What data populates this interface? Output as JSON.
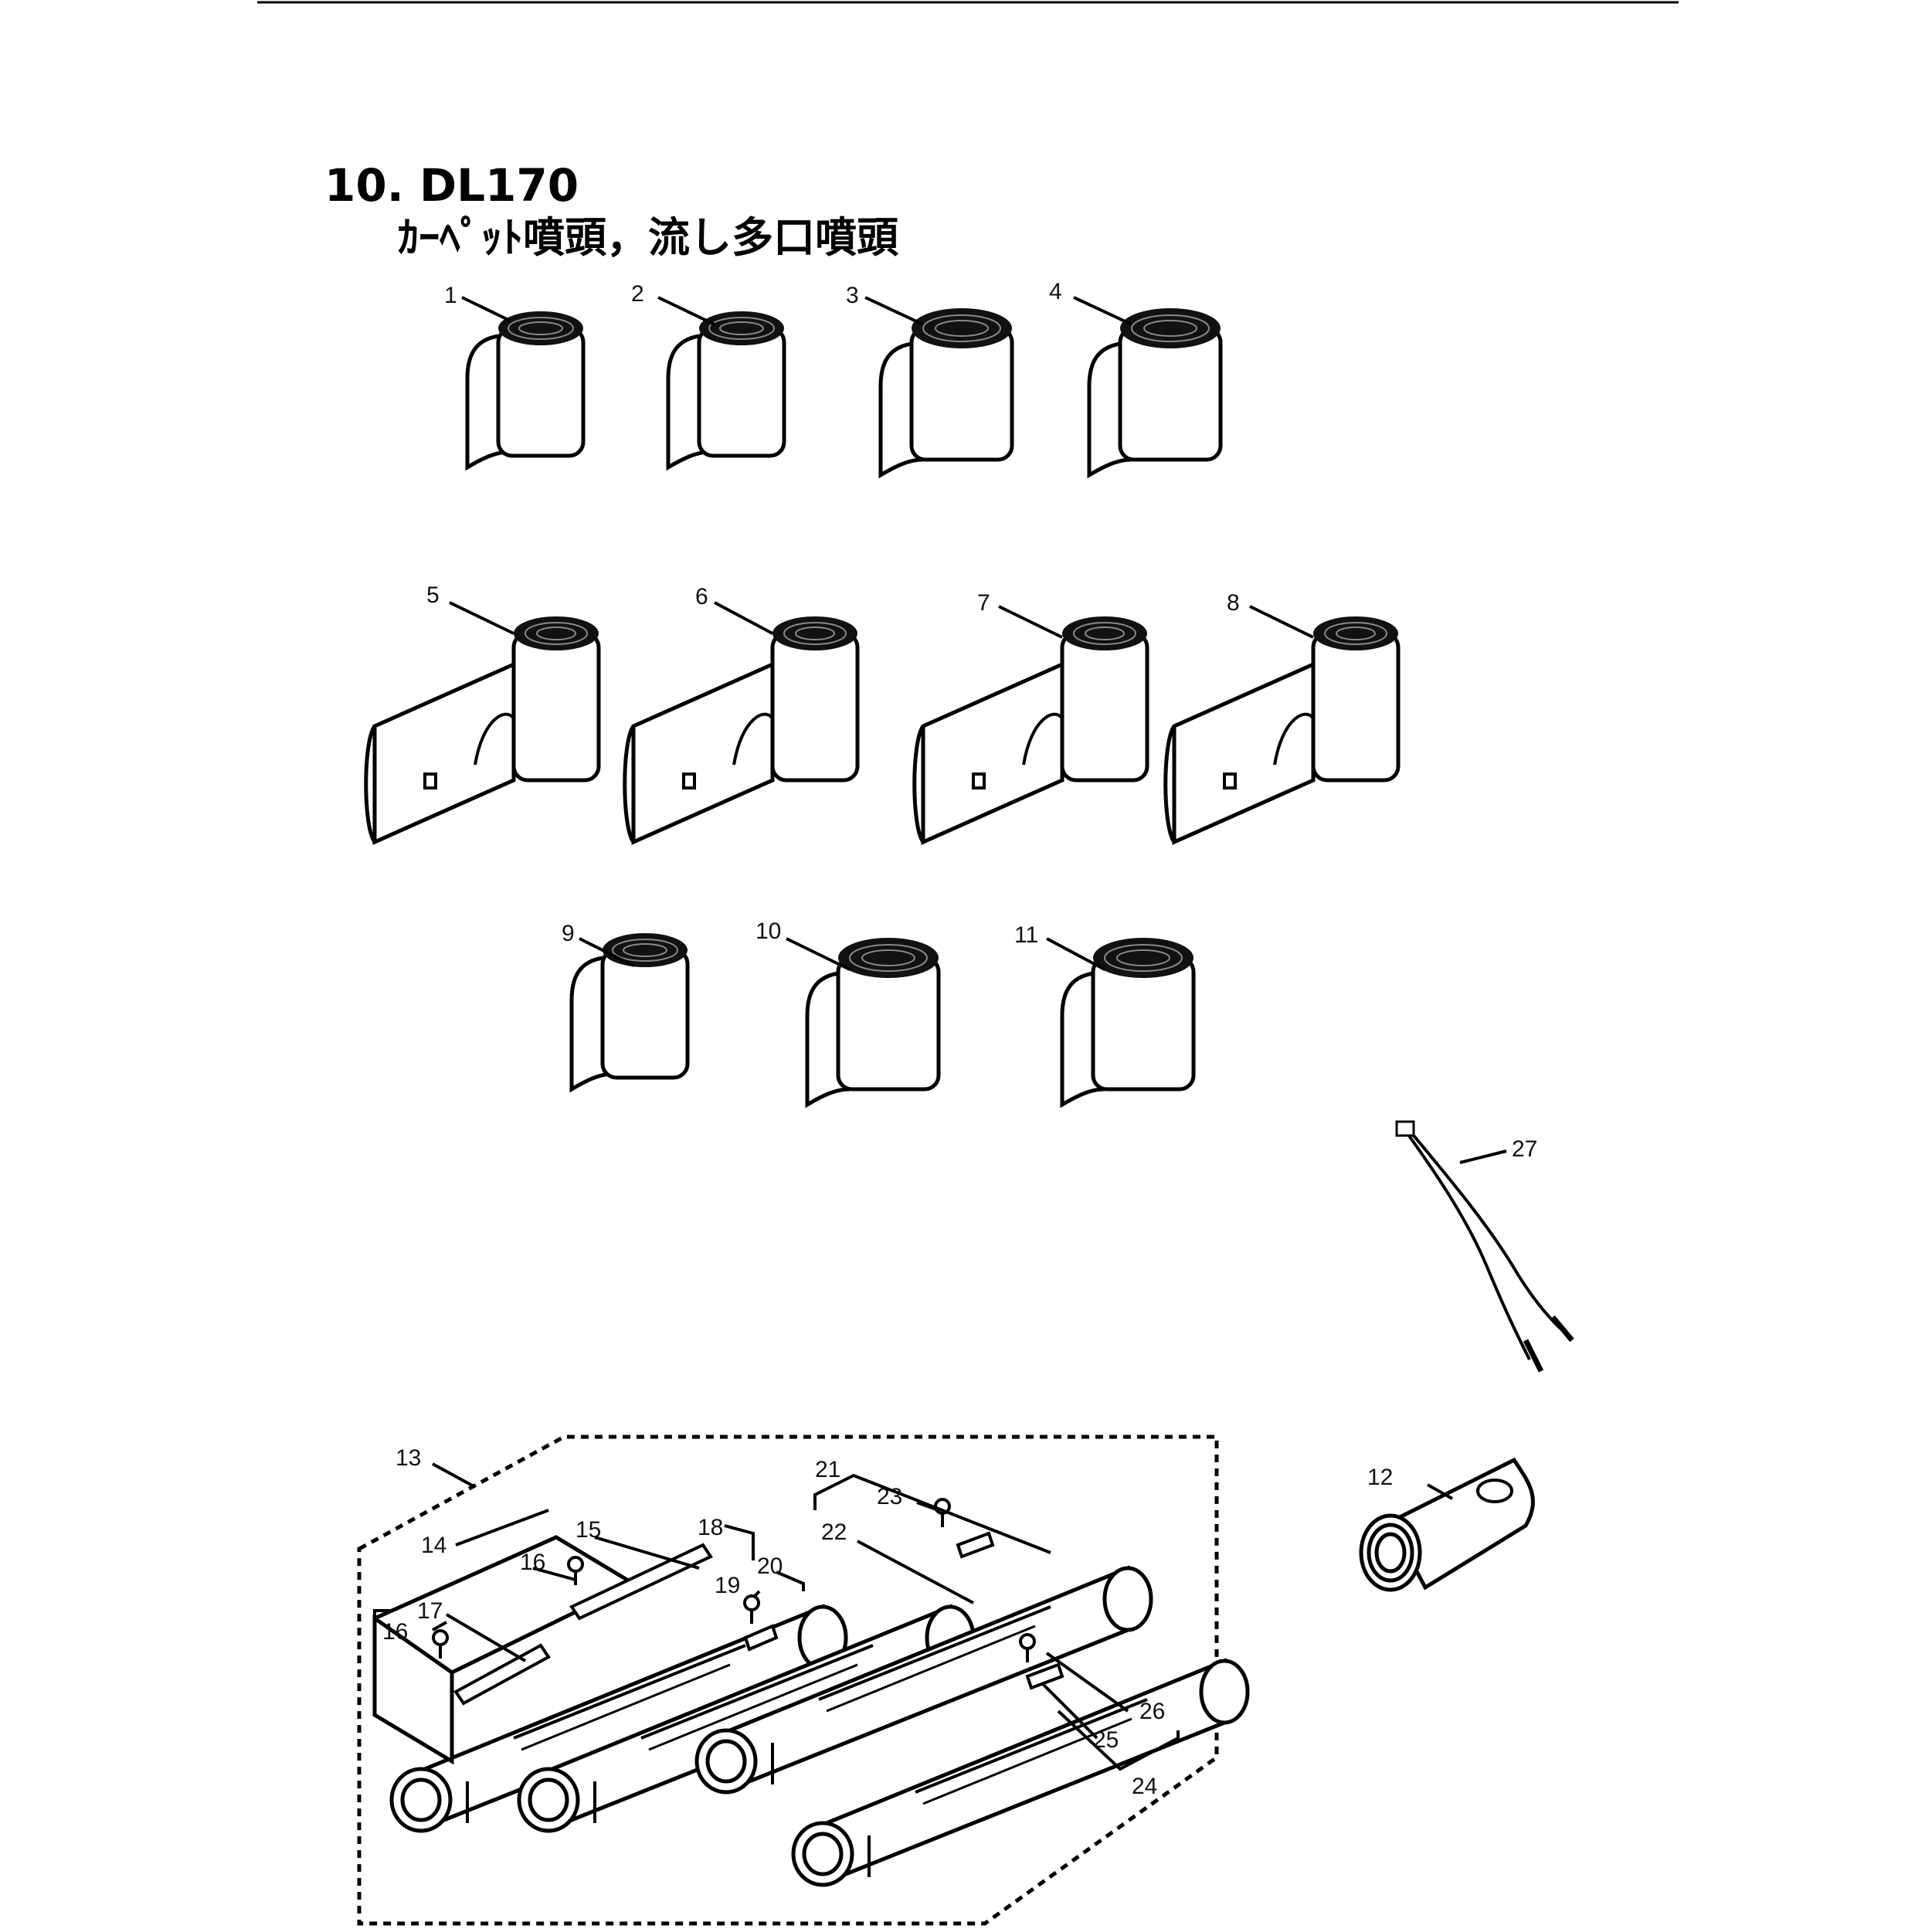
{
  "header": {
    "section_title": "10. DL170",
    "section_subtitle": "ｶｰﾍﾟｯﾄ噴頭，流し多口噴頭"
  },
  "callouts": {
    "c1": "1",
    "c2": "2",
    "c3": "3",
    "c4": "4",
    "c5": "5",
    "c6": "6",
    "c7": "7",
    "c8": "8",
    "c9": "9",
    "c10": "10",
    "c11": "11",
    "c12": "12",
    "c13": "13",
    "c14": "14",
    "c15": "15",
    "c16a": "16",
    "c16b": "16",
    "c17": "17",
    "c18": "18",
    "c19": "19",
    "c20": "20",
    "c21": "21",
    "c22": "22",
    "c23": "23",
    "c24": "24",
    "c25": "25",
    "c26": "26",
    "c27": "27"
  },
  "colors": {
    "ink": "#000000",
    "paper": "#ffffff"
  }
}
